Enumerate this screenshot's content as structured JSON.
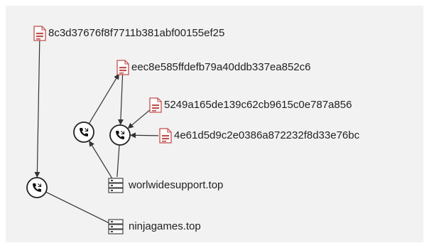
{
  "graph": {
    "colors": {
      "background": "#f2f2f2",
      "edge": "#333333",
      "file_icon": "#c0504d",
      "node_fill": "#ffffff",
      "node_stroke": "#222222"
    },
    "nodes": [
      {
        "id": "file1",
        "kind": "file",
        "icon": "file-icon",
        "label": "8c3d37676f8f7711b381abf00155ef25"
      },
      {
        "id": "file2",
        "kind": "file",
        "icon": "file-icon",
        "label": "eec8e585ffdefb79a40ddb337ea852c6"
      },
      {
        "id": "file3",
        "kind": "file",
        "icon": "file-icon",
        "label": "5249a165de139c62cb9615c0e787a856"
      },
      {
        "id": "file4",
        "kind": "file",
        "icon": "file-icon",
        "label": "4e61d5d9c2e0386a872232f8d33e76bc"
      },
      {
        "id": "domain1",
        "kind": "domain",
        "icon": "server-icon",
        "label": "worlwidesupport.top"
      },
      {
        "id": "domain2",
        "kind": "domain",
        "icon": "server-icon",
        "label": "ninjagames.top"
      },
      {
        "id": "call1",
        "kind": "call",
        "icon": "phone-icon",
        "label": ""
      },
      {
        "id": "call2",
        "kind": "call",
        "icon": "phone-icon",
        "label": ""
      },
      {
        "id": "call3",
        "kind": "call",
        "icon": "phone-icon",
        "label": ""
      }
    ],
    "edges": [
      {
        "from": "file1",
        "to": "call3",
        "arrow": true
      },
      {
        "from": "call3",
        "to": "domain2",
        "arrow": false
      },
      {
        "from": "call1",
        "to": "file2",
        "arrow": true
      },
      {
        "from": "domain1",
        "to": "call1",
        "arrow": true
      },
      {
        "from": "file2",
        "to": "call2",
        "arrow": true
      },
      {
        "from": "file3",
        "to": "call2",
        "arrow": true
      },
      {
        "from": "file4",
        "to": "call2",
        "arrow": true
      },
      {
        "from": "domain1",
        "to": "call2",
        "arrow": false
      }
    ]
  }
}
